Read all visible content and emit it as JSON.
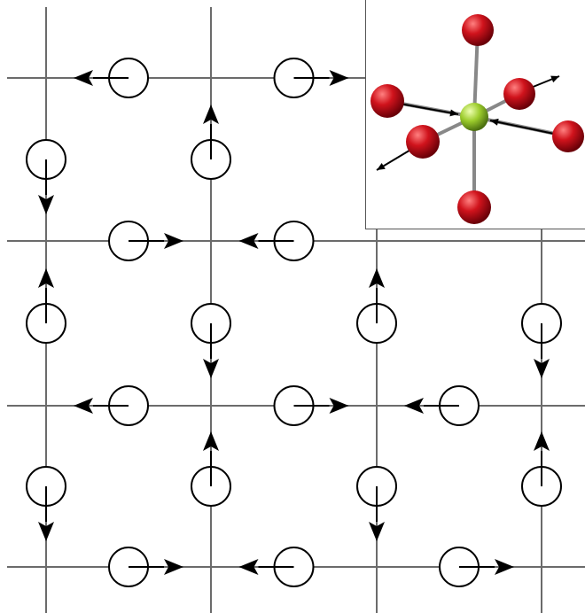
{
  "diagram": {
    "grid_rows": 4,
    "grid_cols": 4,
    "horizontal_bond_arrows": [
      {
        "row": 0,
        "col": 0,
        "direction": "left"
      },
      {
        "row": 0,
        "col": 1,
        "direction": "right"
      },
      {
        "row": 1,
        "col": 0,
        "direction": "right"
      },
      {
        "row": 1,
        "col": 1,
        "direction": "left"
      },
      {
        "row": 2,
        "col": 0,
        "direction": "left"
      },
      {
        "row": 2,
        "col": 1,
        "direction": "right"
      },
      {
        "row": 2,
        "col": 2,
        "direction": "left"
      },
      {
        "row": 3,
        "col": 0,
        "direction": "right"
      },
      {
        "row": 3,
        "col": 1,
        "direction": "left"
      },
      {
        "row": 3,
        "col": 2,
        "direction": "right"
      }
    ],
    "vertical_bond_arrows": [
      {
        "row": 0,
        "col": 0,
        "direction": "down"
      },
      {
        "row": 0,
        "col": 1,
        "direction": "up"
      },
      {
        "row": 1,
        "col": 0,
        "direction": "up"
      },
      {
        "row": 1,
        "col": 1,
        "direction": "down"
      },
      {
        "row": 1,
        "col": 2,
        "direction": "up"
      },
      {
        "row": 1,
        "col": 3,
        "direction": "down"
      },
      {
        "row": 2,
        "col": 0,
        "direction": "down"
      },
      {
        "row": 2,
        "col": 1,
        "direction": "up"
      },
      {
        "row": 2,
        "col": 2,
        "direction": "down"
      },
      {
        "row": 2,
        "col": 3,
        "direction": "up"
      }
    ]
  },
  "inset": {
    "central_atom_color": "#9ccc2c",
    "ligand_atom_color": "#d0131c",
    "bond_color": "#888888"
  },
  "colors": {
    "grid_line": "#6b6b6b",
    "arrow": "#000000",
    "circle_stroke": "#000000"
  }
}
